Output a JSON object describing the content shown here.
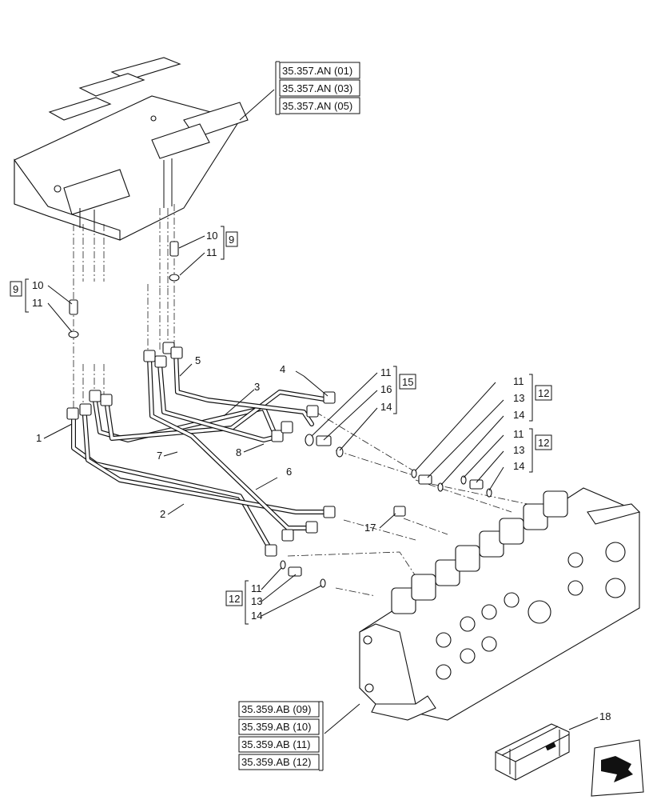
{
  "references": {
    "top": [
      "35.357.AN (01)",
      "35.357.AN (03)",
      "35.357.AN (05)"
    ],
    "bottom": [
      "35.359.AB (09)",
      "35.359.AB (10)",
      "35.359.AB (11)",
      "35.359.AB (12)"
    ]
  },
  "kits": {
    "kit_9_upper": "9",
    "kit_9_left": "9",
    "kit_15": "15",
    "kit_12_a": "12",
    "kit_12_b": "12",
    "kit_12_c": "12"
  },
  "callouts": {
    "c10a": "10",
    "c11a": "11",
    "c10b": "10",
    "c11b": "11",
    "c1": "1",
    "c2": "2",
    "c3": "3",
    "c4": "4",
    "c5": "5",
    "c6": "6",
    "c7": "7",
    "c8": "8",
    "c15_11": "11",
    "c15_16": "16",
    "c15_14": "14",
    "c12a_11": "11",
    "c12a_13": "13",
    "c12a_14": "14",
    "c12b_11": "11",
    "c12b_13": "13",
    "c12b_14": "14",
    "c17": "17",
    "c12c_11": "11",
    "c12c_13": "13",
    "c12c_14": "14",
    "c18": "18"
  },
  "icons": {
    "nav": "arrow-navigation-icon",
    "kit": "crate-icon"
  }
}
